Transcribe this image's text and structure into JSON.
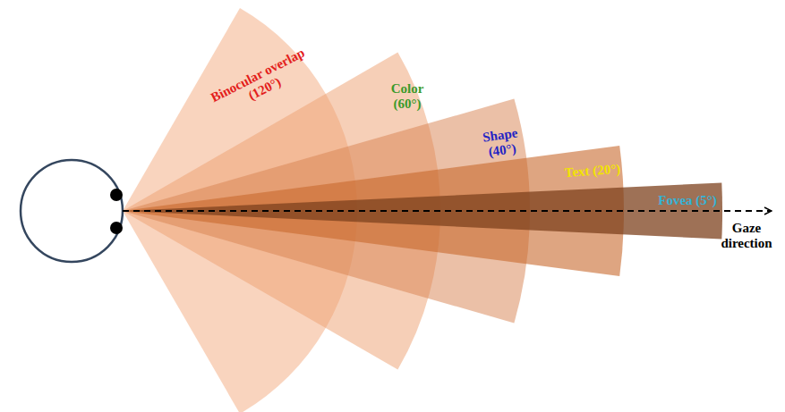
{
  "diagram": {
    "labels": [
      "Binocular overlap (120°)",
      "Color (60°)",
      "Shape (40°)",
      "Text (20°)",
      "Fovea (5°)",
      "Gaze direction"
    ]
  }
}
